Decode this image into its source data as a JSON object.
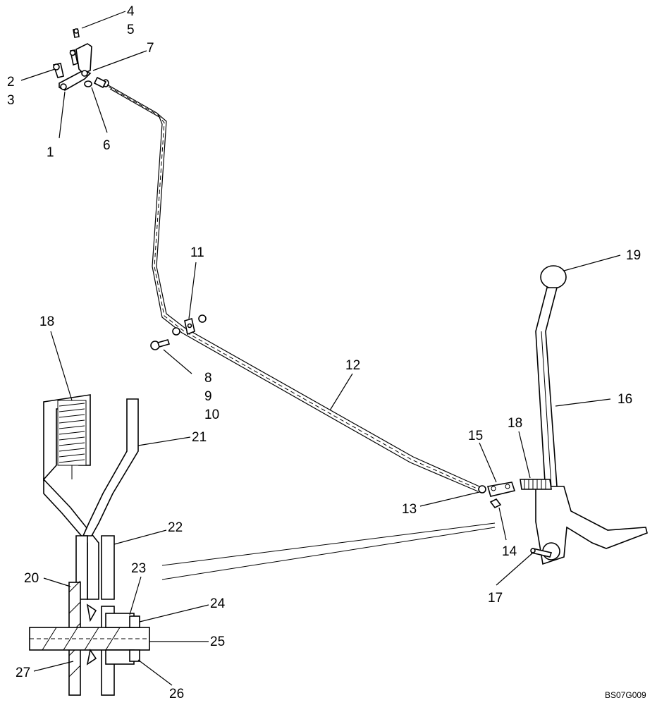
{
  "diagram": {
    "callouts": [
      {
        "id": "c1",
        "text": "1"
      },
      {
        "id": "c2",
        "text": "2"
      },
      {
        "id": "c3",
        "text": "3"
      },
      {
        "id": "c4",
        "text": "4"
      },
      {
        "id": "c5",
        "text": "5"
      },
      {
        "id": "c6",
        "text": "6"
      },
      {
        "id": "c7",
        "text": "7"
      },
      {
        "id": "c8",
        "text": "8"
      },
      {
        "id": "c9",
        "text": "9"
      },
      {
        "id": "c10",
        "text": "10"
      },
      {
        "id": "c11",
        "text": "11"
      },
      {
        "id": "c12",
        "text": "12"
      },
      {
        "id": "c13",
        "text": "13"
      },
      {
        "id": "c14",
        "text": "14"
      },
      {
        "id": "c15",
        "text": "15"
      },
      {
        "id": "c16",
        "text": "16"
      },
      {
        "id": "c17",
        "text": "17"
      },
      {
        "id": "c18a",
        "text": "18"
      },
      {
        "id": "c18b",
        "text": "18"
      },
      {
        "id": "c19",
        "text": "19"
      },
      {
        "id": "c20",
        "text": "20"
      },
      {
        "id": "c21",
        "text": "21"
      },
      {
        "id": "c22",
        "text": "22"
      },
      {
        "id": "c23",
        "text": "23"
      },
      {
        "id": "c24",
        "text": "24"
      },
      {
        "id": "c25",
        "text": "25"
      },
      {
        "id": "c26",
        "text": "26"
      },
      {
        "id": "c27",
        "text": "27"
      }
    ],
    "drawing_code": "BS07G009"
  }
}
